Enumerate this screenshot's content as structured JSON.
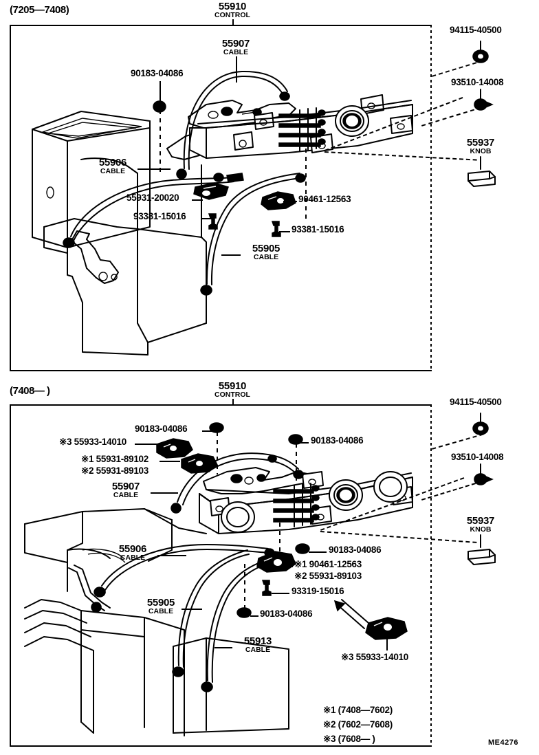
{
  "diagram": {
    "code": "ME4276",
    "panels": [
      {
        "id": "panel-top",
        "range_heading": "(7205—7408)",
        "title": {
          "number": "55910",
          "name": "CONTROL"
        },
        "labels": [
          {
            "pn": "55907",
            "sub": "CABLE"
          },
          {
            "pn": "90183-04086",
            "sub": ""
          },
          {
            "pn": "55906",
            "sub": "CABLE"
          },
          {
            "pn": "55931-20020",
            "sub": ""
          },
          {
            "pn": "93381-15016",
            "sub": ""
          },
          {
            "pn": "90461-12563",
            "sub": ""
          },
          {
            "pn": "93381-15016",
            "sub": ""
          },
          {
            "pn": "55905",
            "sub": "CABLE"
          }
        ],
        "side_items": [
          {
            "pn": "94115-40500",
            "sub": ""
          },
          {
            "pn": "93510-14008",
            "sub": ""
          },
          {
            "pn": "55937",
            "sub": "KNOB"
          }
        ]
      },
      {
        "id": "panel-bottom",
        "range_heading": "(7408—        )",
        "title": {
          "number": "55910",
          "name": "CONTROL"
        },
        "labels": [
          {
            "pn": "90183-04086",
            "sub": ""
          },
          {
            "pn": "90183-04086",
            "sub": ""
          },
          {
            "pn": "※3 55933-14010",
            "sub": ""
          },
          {
            "pn": "※1 55931-89102",
            "sub": ""
          },
          {
            "pn": "※2 55931-89103",
            "sub": ""
          },
          {
            "pn": "55907",
            "sub": "CABLE"
          },
          {
            "pn": "55906",
            "sub": "CABLE"
          },
          {
            "pn": "90183-04086",
            "sub": ""
          },
          {
            "pn": "※1 90461-12563",
            "sub": ""
          },
          {
            "pn": "※2 55931-89103",
            "sub": ""
          },
          {
            "pn": "93319-15016",
            "sub": ""
          },
          {
            "pn": "55905",
            "sub": "CABLE"
          },
          {
            "pn": "90183-04086",
            "sub": ""
          },
          {
            "pn": "55913",
            "sub": "CABLE"
          },
          {
            "pn": "※3 55933-14010",
            "sub": ""
          }
        ],
        "side_items": [
          {
            "pn": "94115-40500",
            "sub": ""
          },
          {
            "pn": "93510-14008",
            "sub": ""
          },
          {
            "pn": "55937",
            "sub": "KNOB"
          }
        ],
        "footnotes": [
          "※1 (7408—7602)",
          "※2 (7602—7608)",
          "※3 (7608—        )"
        ]
      }
    ]
  }
}
